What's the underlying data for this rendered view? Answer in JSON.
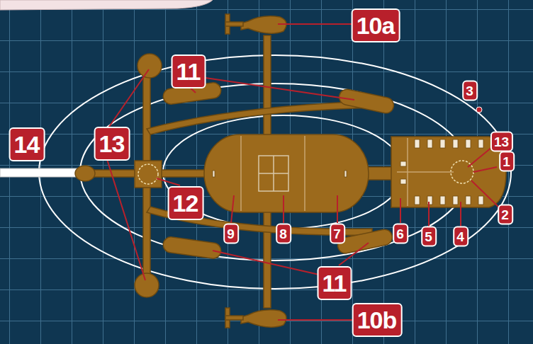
{
  "diagram": {
    "labels": [
      "10a",
      "11",
      "3",
      "13",
      "1",
      "14",
      "13",
      "12",
      "2",
      "9",
      "8",
      "7",
      "6",
      "5",
      "4",
      "11",
      "10b"
    ]
  }
}
